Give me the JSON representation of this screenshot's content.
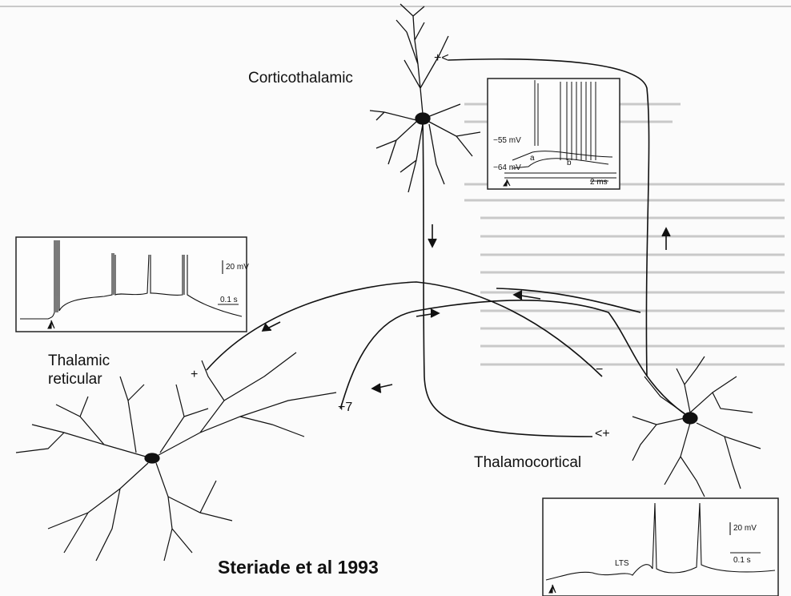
{
  "labels": {
    "corticothalamic": "Corticothalamic",
    "thalamic_reticular_line1": "Thalamic",
    "thalamic_reticular_line2": "reticular",
    "thalamocortical": "Thalamocortical",
    "citation": "Steriade et al 1993"
  },
  "insets": {
    "cortical": {
      "v1": "−55 mV",
      "v2": "−64 mV",
      "marker_a": "a",
      "marker_b": "b",
      "scale": "2 ms"
    },
    "reticular": {
      "scale_v": "20 mV",
      "scale_t": "0.1 s"
    },
    "thalamocortical": {
      "lts": "LTS",
      "scale_v": "20 mV",
      "scale_t": "0.1 s"
    }
  },
  "signs": {
    "ct_plus": "+<",
    "ret_plus": "+",
    "ret_plus_arrow": "+7",
    "tc_minus": "−",
    "tc_plus": "<+"
  },
  "colors": {
    "ink": "#111111",
    "paper": "#fbfbfb"
  }
}
